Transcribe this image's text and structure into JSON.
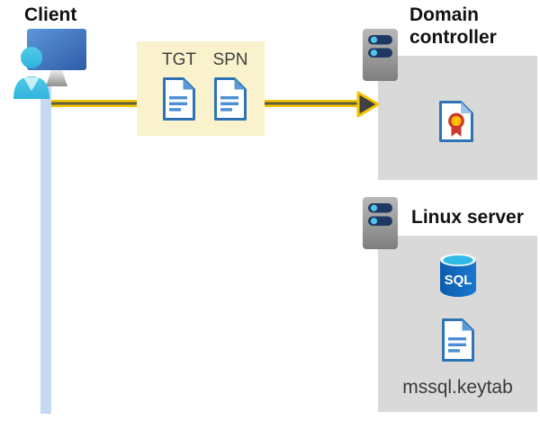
{
  "diagram": {
    "client": {
      "label": "Client"
    },
    "tokens": {
      "tgt": "TGT",
      "spn": "SPN"
    },
    "domain_controller": {
      "label": "Domain controller"
    },
    "linux_server": {
      "label": "Linux server",
      "database_label": "SQL",
      "keytab_file": "mssql.keytab"
    },
    "colors": {
      "arrow_yellow": "#f5c400",
      "arrow_core": "#5e5e3a",
      "arrowhead_gray": "#404040",
      "token_box_bg": "#faf2cd",
      "server_box_bg": "#d9d9d9",
      "client_line_blue": "#c5d9f3",
      "doc_icon_blue": "#2e74b5",
      "doc_line_blue": "#4a8fd4",
      "person_cyan": "#3ec1e4",
      "monitor_blue": "#3a66ad",
      "server_pill_navy": "#1f3864",
      "server_dot_cyan": "#53c6e8",
      "sql_cylinder_blue": "#1268c3",
      "sql_top_cyan": "#30b9e6",
      "cert_red": "#ce3a2c",
      "cert_gold": "#ffc000"
    }
  }
}
